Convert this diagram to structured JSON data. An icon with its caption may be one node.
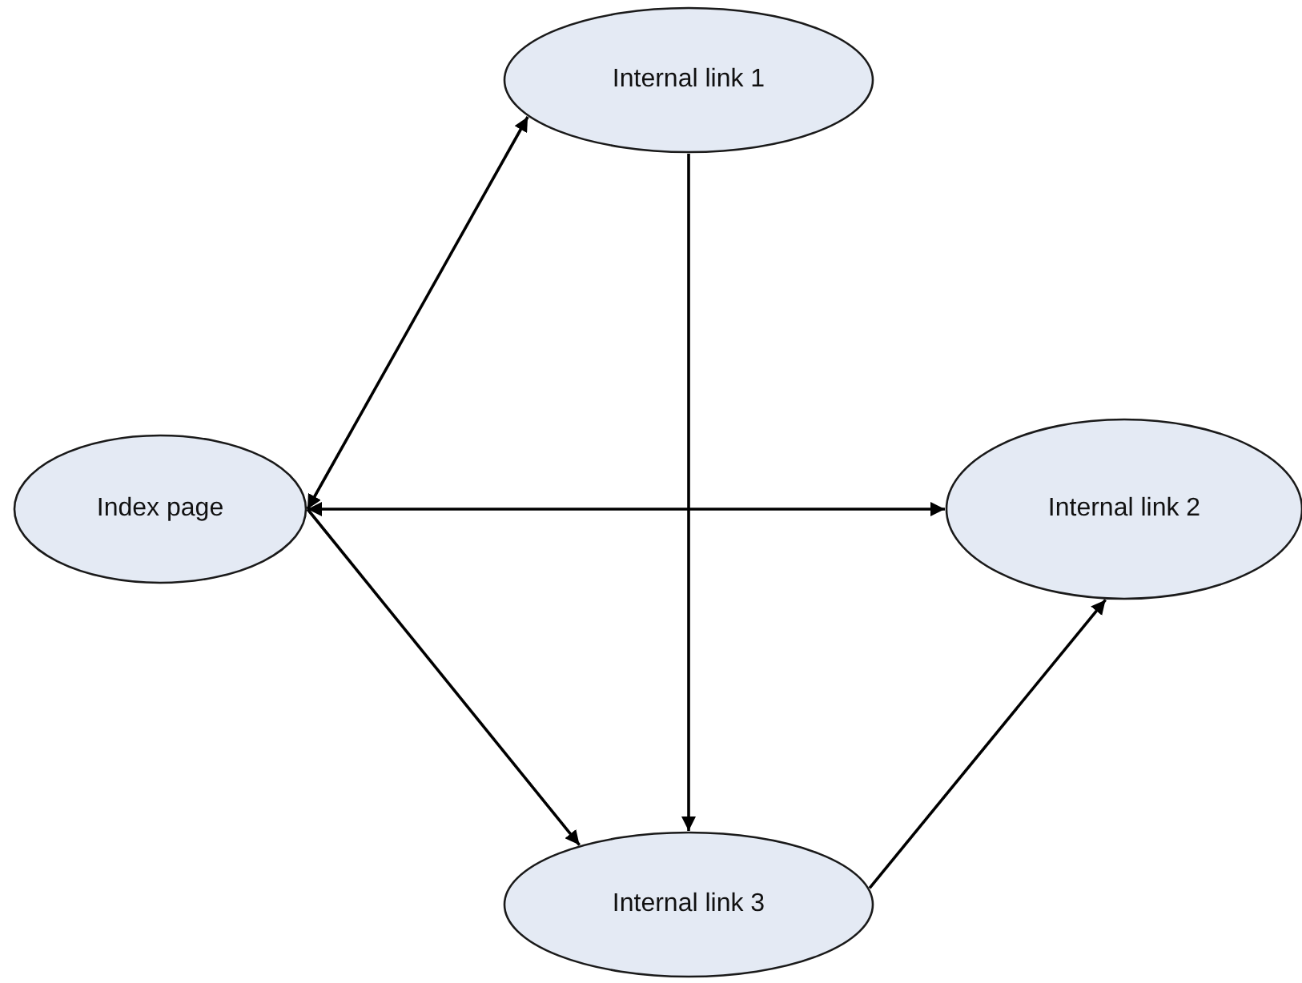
{
  "diagram": {
    "nodes": [
      {
        "text": [
          "Index page"
        ]
      },
      {
        "text": [
          "Internal link 1"
        ]
      },
      {
        "text": [
          "Internal link 2"
        ]
      },
      {
        "text": [
          "Internal link 3"
        ]
      }
    ],
    "edges": [
      {
        "from": 0,
        "to": 1,
        "arrow": "both"
      },
      {
        "from": 0,
        "to": 2,
        "arrow": "both"
      },
      {
        "from": 0,
        "to": 3,
        "arrow": "to"
      },
      {
        "from": 1,
        "to": 3,
        "arrow": "to"
      },
      {
        "from": 3,
        "to": 2,
        "arrow": "to"
      }
    ]
  }
}
